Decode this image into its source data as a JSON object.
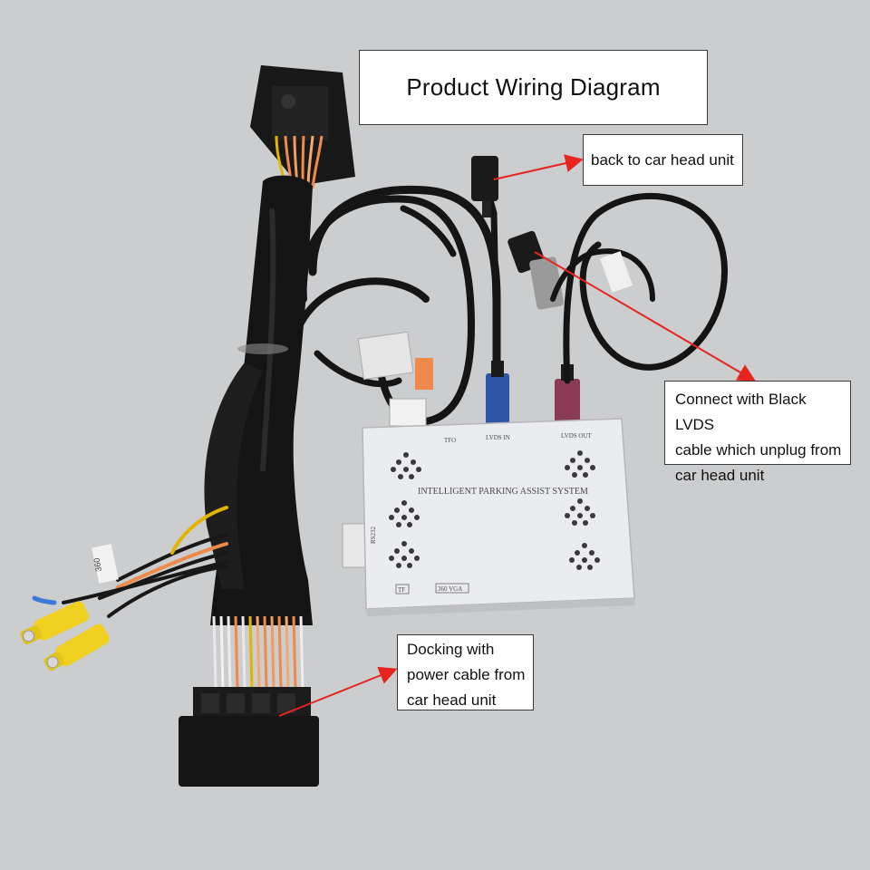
{
  "diagram": {
    "title": "Product Wiring Diagram",
    "callouts": {
      "head_unit": "back to car head unit",
      "lvds": "Connect with Black LVDS\n  cable which unplug from\n car head unit",
      "power": "Docking  with\n power cable from\n car  head unit"
    },
    "module": {
      "name": "INTELLIGENT PARKING ASSIST SYSTEM",
      "ports": {
        "lvds_in": "LVDS IN",
        "lvds_out": "LVDS OUT",
        "tf": "TF",
        "vga": "360 VGA",
        "side": "RS232",
        "top_left": "TFO"
      }
    },
    "wire_tag": "360",
    "colors": {
      "background": "#c9cacd",
      "module_body": "#ebecef",
      "wire": "#1a1a1a",
      "arrow": "#e8241f",
      "lvds_in_plug": "#2f55a8",
      "lvds_out_plug": "#8a3a55",
      "rca": "#f0d020",
      "orange_wire": "#f08a4a"
    }
  }
}
